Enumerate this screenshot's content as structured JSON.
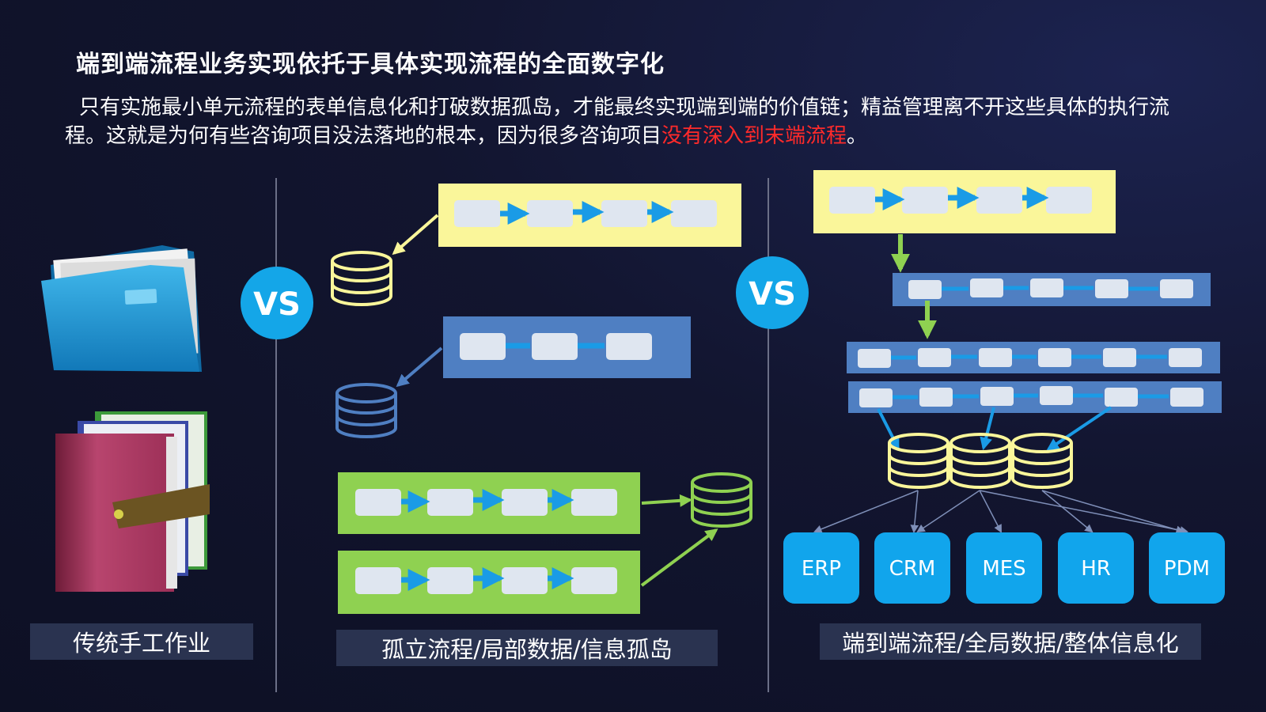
{
  "title": "端到端流程业务实现依托于具体实现流程的全面数字化",
  "description": {
    "part1": "只有实施最小单元流程的表单信息化和打破数据孤岛，才能最终实现端到端的价值链；精益管理离不开这些具体的执行流程。这就是为何有些咨询项目没法落地的根本，因为很多咨询项目",
    "highlight": "没有深入到末端流程",
    "end": "。"
  },
  "vs_left": "VS",
  "vs_right": "VS",
  "captions": {
    "left": "传统手工作业",
    "middle": "孤立流程/局部数据/信息孤岛",
    "right": "端到端流程/全局数据/整体信息化"
  },
  "systems": [
    "ERP",
    "CRM",
    "MES",
    "HR",
    "PDM"
  ],
  "colors": {
    "yellow": "#faf69a",
    "steel_blue": "#4f7fc2",
    "green": "#8fd151",
    "vs_circle": "#14a6e8",
    "system_tile": "#11a5ec",
    "arrow_blue": "#1a9be6",
    "highlight_red": "#ff2a2a"
  }
}
